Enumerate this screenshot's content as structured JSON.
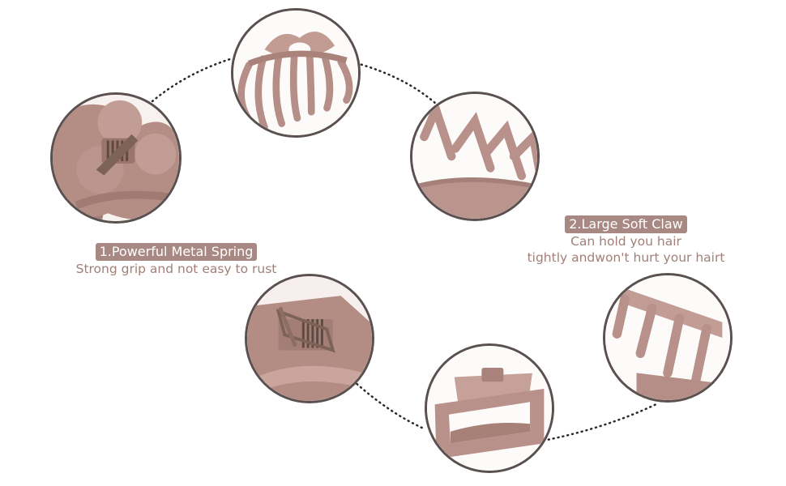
{
  "colors": {
    "product": "#b99189",
    "product_shade": "#9e7770",
    "tag_bg": "#a88882",
    "accent": "#a08078",
    "circle_border": "#5a5050",
    "metal": "#8a6d5c"
  },
  "features": [
    {
      "title": "1.Powerful Metal Spring",
      "lines": [
        "Strong grip and not easy to rust"
      ]
    },
    {
      "title": "2.Large Soft Claw",
      "lines": [
        "Can hold you hair",
        "tightly andwon't hurt your hairt"
      ]
    }
  ],
  "photos": [
    {
      "subject": "flower-claw-clip-spring-closeup"
    },
    {
      "subject": "flower-claw-clip-side-view"
    },
    {
      "subject": "claw-teeth-closeup"
    },
    {
      "subject": "rectangle-claw-clip-spring-closeup"
    },
    {
      "subject": "rectangle-claw-clip-view"
    },
    {
      "subject": "rectangle-claw-teeth-closeup"
    }
  ]
}
